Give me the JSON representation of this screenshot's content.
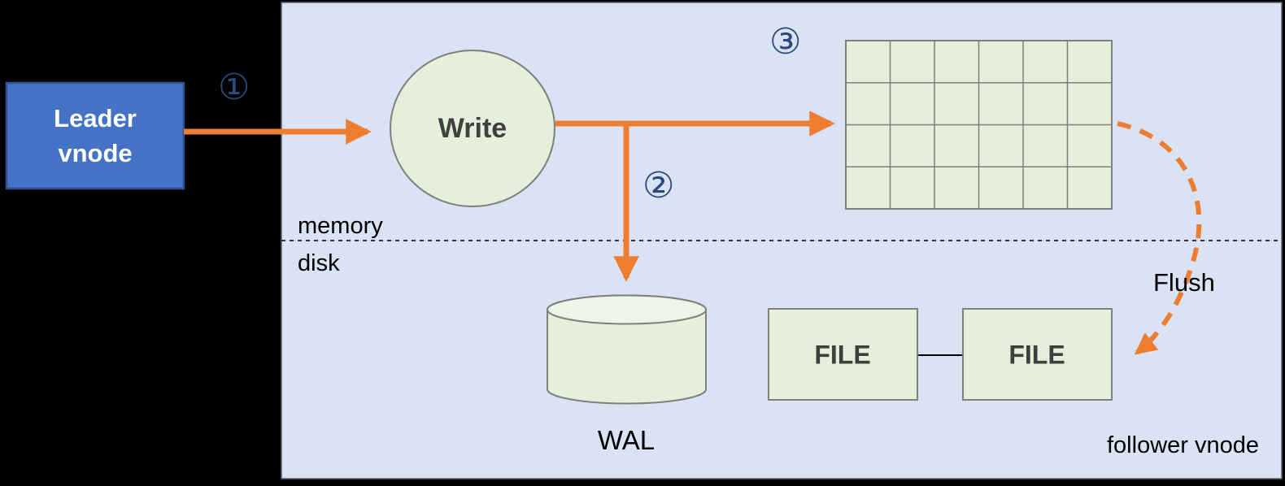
{
  "diagram": {
    "leader_vnode": {
      "line1": "Leader",
      "line2": "vnode"
    },
    "write_node": {
      "label": "Write"
    },
    "step_labels": {
      "step1": "①",
      "step2": "②",
      "step3": "③"
    },
    "memory_label": "memory",
    "disk_label": "disk",
    "wal_label": "WAL",
    "file_boxes": {
      "file1": "FILE",
      "file2": "FILE"
    },
    "flush_label": "Flush",
    "follower_label": "follower vnode",
    "colors": {
      "background": "#000000",
      "panel_fill": "#dae3f3",
      "panel_border": "#5f6368",
      "leader_fill": "#4472c4",
      "leader_border": "#2f528f",
      "leader_text": "#ffffff",
      "shape_fill": "#e6efda",
      "shape_fill_light": "#eef5e6",
      "shape_border": "#7f7f7f",
      "arrow": "#ed7d31",
      "step_number": "#2c4a7c",
      "dark_text": "#3f3f3f",
      "text": "#000000"
    }
  }
}
